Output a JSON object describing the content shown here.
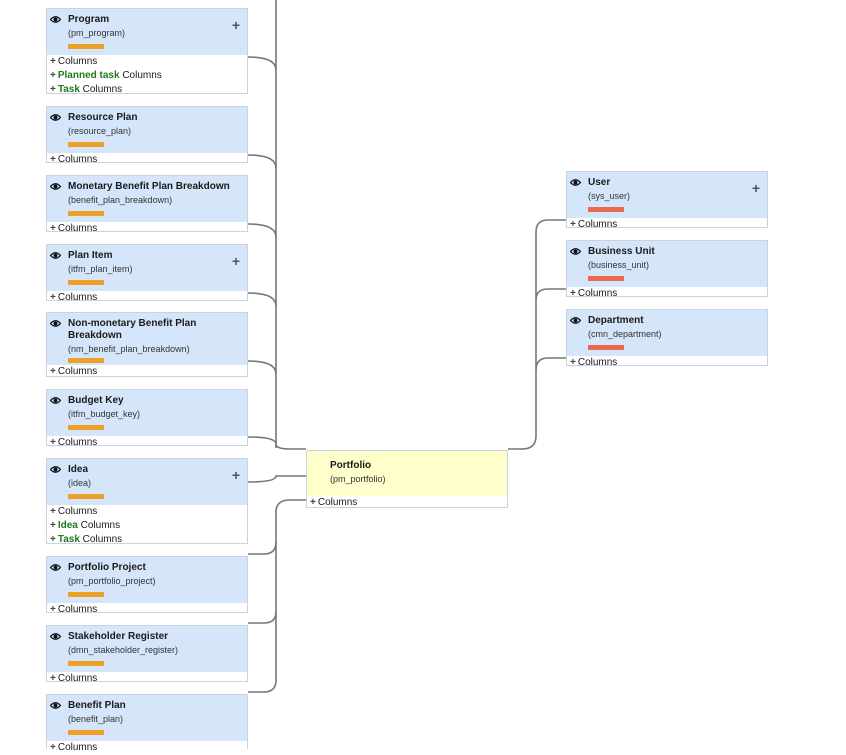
{
  "colors": {
    "header_bg": "#d5e6fa",
    "center_header_bg": "#ffffcc",
    "left_table_bar": "#eda028",
    "right_table_bar": "#e8694f",
    "highlight_text": "#1f7a1f",
    "connector": "#777777"
  },
  "center": {
    "name": "Portfolio",
    "code": "(pm_portfolio)",
    "columns_label": "Columns"
  },
  "left_tables": [
    {
      "name": "Program",
      "code": "(pm_program)",
      "has_plus": true,
      "rows": [
        {
          "pre": "",
          "hl": "",
          "post": "Columns"
        },
        {
          "pre": "",
          "hl": "Planned task",
          "post": " Columns"
        },
        {
          "pre": "",
          "hl": "Task",
          "post": " Columns"
        }
      ]
    },
    {
      "name": "Resource Plan",
      "code": "(resource_plan)",
      "has_plus": false,
      "rows": [
        {
          "pre": "",
          "hl": "",
          "post": "Columns"
        }
      ]
    },
    {
      "name": "Monetary Benefit Plan Breakdown",
      "code": "(benefit_plan_breakdown)",
      "has_plus": false,
      "rows": [
        {
          "pre": "",
          "hl": "",
          "post": "Columns"
        }
      ]
    },
    {
      "name": "Plan Item",
      "code": "(itfm_plan_item)",
      "has_plus": true,
      "rows": [
        {
          "pre": "",
          "hl": "",
          "post": "Columns"
        }
      ]
    },
    {
      "name": "Non-monetary Benefit Plan Breakdown",
      "code": "(nm_benefit_plan_breakdown)",
      "has_plus": false,
      "rows": [
        {
          "pre": "",
          "hl": "",
          "post": "Columns"
        }
      ]
    },
    {
      "name": "Budget Key",
      "code": "(itfm_budget_key)",
      "has_plus": false,
      "rows": [
        {
          "pre": "",
          "hl": "",
          "post": "Columns"
        }
      ]
    },
    {
      "name": "Idea",
      "code": "(idea)",
      "has_plus": true,
      "rows": [
        {
          "pre": "",
          "hl": "",
          "post": "Columns"
        },
        {
          "pre": "",
          "hl": "Idea",
          "post": " Columns"
        },
        {
          "pre": "",
          "hl": "Task",
          "post": " Columns"
        }
      ]
    },
    {
      "name": "Portfolio Project",
      "code": "(pm_portfolio_project)",
      "has_plus": false,
      "rows": [
        {
          "pre": "",
          "hl": "",
          "post": "Columns"
        }
      ]
    },
    {
      "name": "Stakeholder Register",
      "code": "(dmn_stakeholder_register)",
      "has_plus": false,
      "rows": [
        {
          "pre": "",
          "hl": "",
          "post": "Columns"
        }
      ]
    },
    {
      "name": "Benefit Plan",
      "code": "(benefit_plan)",
      "has_plus": false,
      "rows": [
        {
          "pre": "",
          "hl": "",
          "post": "Columns"
        }
      ]
    }
  ],
  "right_tables": [
    {
      "name": "User",
      "code": "(sys_user)",
      "has_plus": true,
      "rows": [
        {
          "pre": "",
          "hl": "",
          "post": "Columns"
        }
      ]
    },
    {
      "name": "Business Unit",
      "code": "(business_unit)",
      "has_plus": false,
      "rows": [
        {
          "pre": "",
          "hl": "",
          "post": "Columns"
        }
      ]
    },
    {
      "name": "Department",
      "code": "(cmn_department)",
      "has_plus": false,
      "rows": [
        {
          "pre": "",
          "hl": "",
          "post": "Columns"
        }
      ]
    }
  ]
}
